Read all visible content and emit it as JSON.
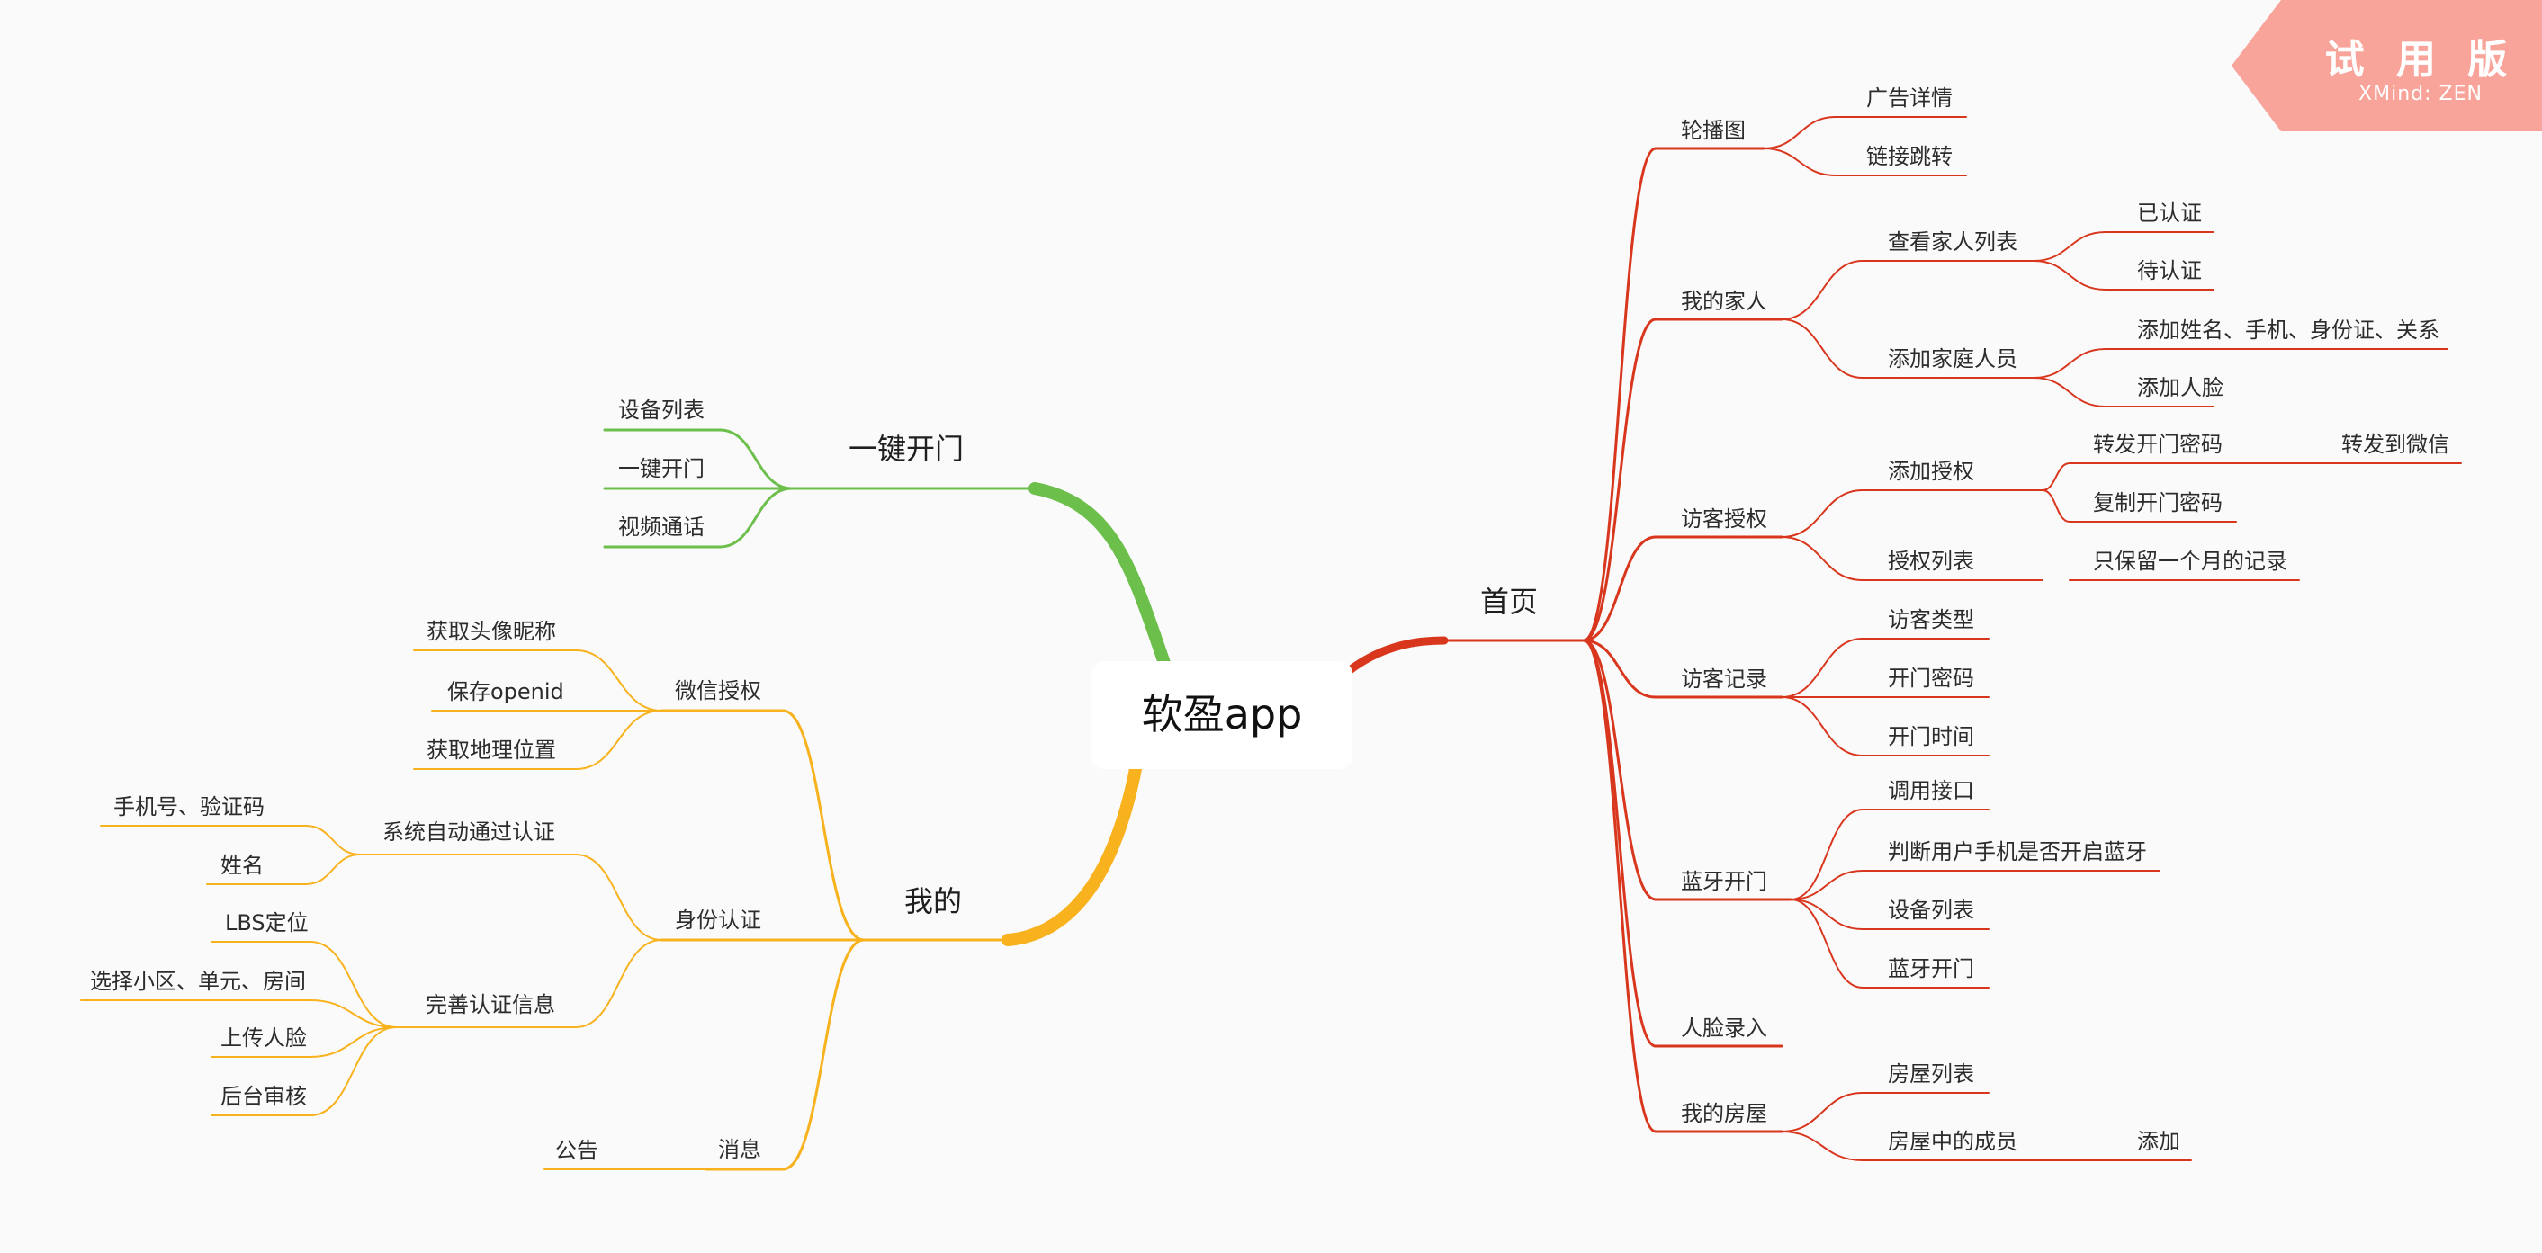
{
  "watermark": {
    "title": "试 用 版",
    "subtitle": "XMind: ZEN",
    "color": "#f8a49a"
  },
  "colors": {
    "home": "#d9361e",
    "open": "#6cbf4a",
    "mine": "#f7b21d"
  },
  "center": {
    "label": "软盈app"
  },
  "branches": {
    "home": {
      "label": "首页",
      "children": [
        {
          "label": "轮播图",
          "children": [
            {
              "label": "广告详情"
            },
            {
              "label": "链接跳转"
            }
          ]
        },
        {
          "label": "我的家人",
          "children": [
            {
              "label": "查看家人列表",
              "children": [
                {
                  "label": "已认证"
                },
                {
                  "label": "待认证"
                }
              ]
            },
            {
              "label": "添加家庭人员",
              "children": [
                {
                  "label": "添加姓名、手机、身份证、关系"
                },
                {
                  "label": "添加人脸"
                }
              ]
            }
          ]
        },
        {
          "label": "访客授权",
          "children": [
            {
              "label": "添加授权",
              "children": [
                {
                  "label": "转发开门密码",
                  "children": [
                    {
                      "label": "转发到微信"
                    }
                  ]
                },
                {
                  "label": "复制开门密码"
                }
              ]
            },
            {
              "label": "授权列表",
              "children": [
                {
                  "label": "只保留一个月的记录"
                }
              ]
            }
          ]
        },
        {
          "label": "访客记录",
          "children": [
            {
              "label": "访客类型"
            },
            {
              "label": "开门密码"
            },
            {
              "label": "开门时间"
            }
          ]
        },
        {
          "label": "蓝牙开门",
          "children": [
            {
              "label": "调用接口"
            },
            {
              "label": "判断用户手机是否开启蓝牙"
            },
            {
              "label": "设备列表"
            },
            {
              "label": "蓝牙开门"
            }
          ]
        },
        {
          "label": "人脸录入"
        },
        {
          "label": "我的房屋",
          "children": [
            {
              "label": "房屋列表"
            },
            {
              "label": "房屋中的成员",
              "children": [
                {
                  "label": "添加"
                }
              ]
            }
          ]
        }
      ]
    },
    "open": {
      "label": "一键开门",
      "children": [
        {
          "label": "设备列表"
        },
        {
          "label": "一键开门"
        },
        {
          "label": "视频通话"
        }
      ]
    },
    "mine": {
      "label": "我的",
      "children": [
        {
          "label": "微信授权",
          "children": [
            {
              "label": "获取头像昵称"
            },
            {
              "label": "保存openid"
            },
            {
              "label": "获取地理位置"
            }
          ]
        },
        {
          "label": "身份认证",
          "children": [
            {
              "label": "系统自动通过认证",
              "children": [
                {
                  "label": "手机号、验证码"
                },
                {
                  "label": "姓名"
                }
              ]
            },
            {
              "label": "完善认证信息",
              "children": [
                {
                  "label": "LBS定位"
                },
                {
                  "label": "选择小区、单元、房间"
                },
                {
                  "label": "上传人脸"
                },
                {
                  "label": "后台审核"
                }
              ]
            }
          ]
        },
        {
          "label": "消息",
          "children": [
            {
              "label": "公告"
            }
          ]
        }
      ]
    }
  }
}
